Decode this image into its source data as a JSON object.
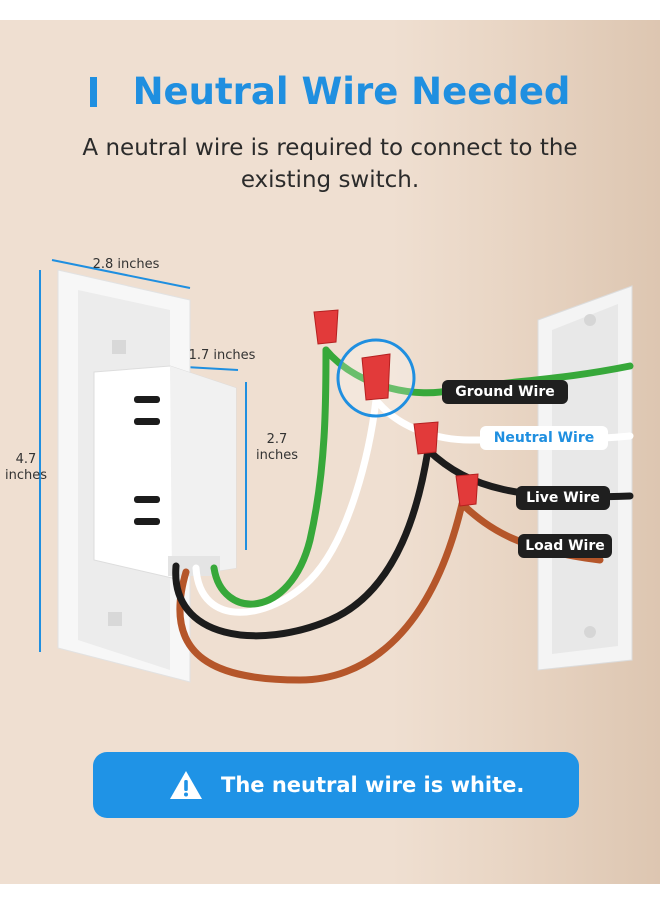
{
  "title": "Neutral Wire Needed",
  "subtitle": "A neutral wire is required to connect to the existing switch.",
  "dimensions": {
    "width": "2.8 inches",
    "depth": "1.7 inches",
    "module_height": "2.7 inches",
    "height": "4.7 inches"
  },
  "wires": {
    "ground": "Ground Wire",
    "neutral": "Neutral Wire",
    "live": "Live Wire",
    "load": "Load Wire"
  },
  "banner": {
    "text": "The neutral wire is white.",
    "icon": "warning-icon"
  },
  "colors": {
    "accent": "#1f8fe0",
    "ground_wire": "#37a83a",
    "neutral_wire": "#ffffff",
    "live_wire": "#1c1c1c",
    "load_wire": "#b5562a",
    "wire_nut": "#e23a3a"
  }
}
